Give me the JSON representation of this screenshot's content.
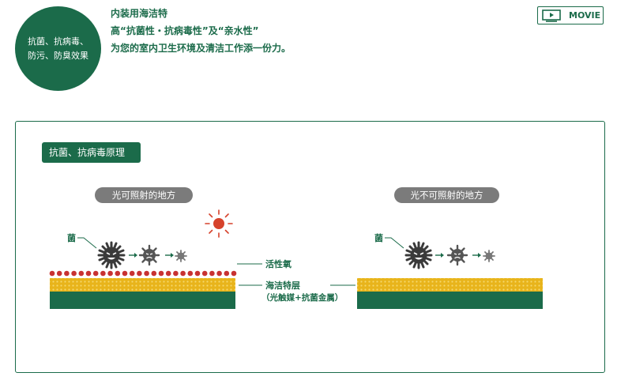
{
  "badge": {
    "line1": "抗菌、抗病毒、",
    "line2": "防污、防臭效果"
  },
  "headline": {
    "line1": "内装用海洁特",
    "line2": "高“抗菌性・抗病毒性”及“亲水性”",
    "line3": "为您的室内卫生环境及清洁工作添一份力。"
  },
  "movie_button": {
    "label": "MOVIE"
  },
  "panel": {
    "section_tag": "抗菌、抗病毒原理",
    "left_condition": "光可照射的地方",
    "right_condition": "光不可照射的地方",
    "labels": {
      "germ_left": "菌",
      "germ_right": "菌",
      "active_oxygen": "活性氧",
      "coating_layer": "海洁特层",
      "coating_detail": "（光触媒+抗菌金属）"
    }
  },
  "colors": {
    "brand_green": "#1b6b4a",
    "sun_red": "#d6422b",
    "oxygen_red": "#c83232",
    "coating_yellow": "#e8b41b",
    "pill_gray": "#7b7b7b",
    "germ_dark": "#3a3a3a"
  }
}
